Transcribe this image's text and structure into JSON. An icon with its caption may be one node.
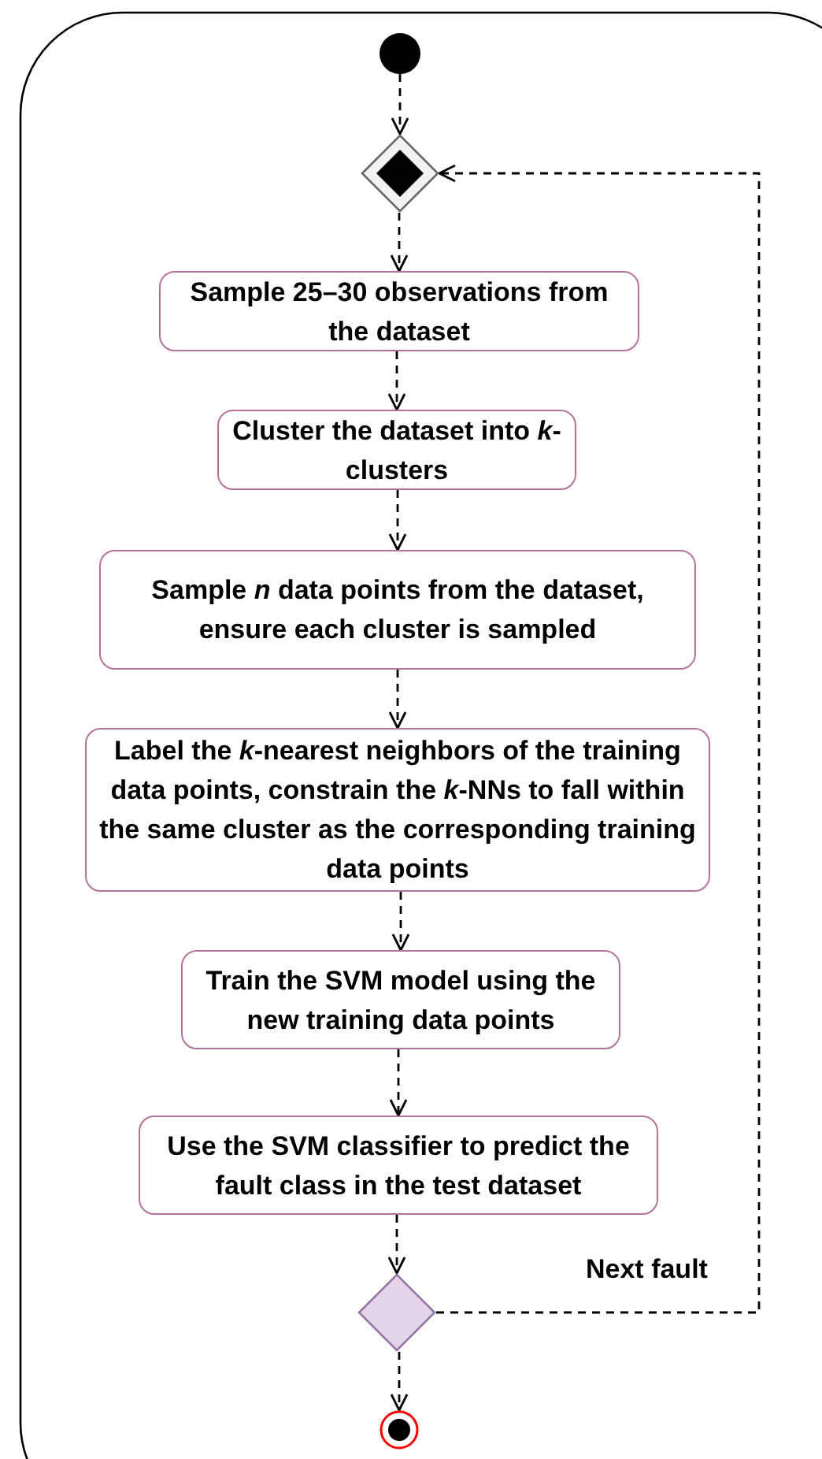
{
  "diagram": {
    "nodes": [
      {
        "text": [],
        "shape": "circle"
      },
      {
        "text": [],
        "shape": "diamond"
      },
      {
        "text": [
          "Sample 25–30 observations from the dataset"
        ]
      },
      {
        "text": [
          "Cluster the dataset into *k*-clusters"
        ]
      },
      {
        "text": [
          "Sample *n* data points from the dataset, ensure each cluster is sampled"
        ]
      },
      {
        "text": [
          "Label the *k*-nearest neighbors of the training data points, constrain the *k*-NNs to fall within the same cluster as the corresponding training data points"
        ]
      },
      {
        "text": [
          "Train the SVM model using the new training data points"
        ]
      },
      {
        "text": [
          "Use the SVM classifier to predict the fault class in the test dataset"
        ]
      },
      {
        "text": [],
        "shape": "diamond"
      },
      {
        "text": [],
        "shape": "circle"
      }
    ],
    "edges": [
      {
        "from": 0,
        "to": 1,
        "arrow": "to",
        "style": "dashed"
      },
      {
        "from": 1,
        "to": 2,
        "arrow": "to",
        "style": "dashed"
      },
      {
        "from": 2,
        "to": 3,
        "arrow": "to",
        "style": "dashed"
      },
      {
        "from": 3,
        "to": 4,
        "arrow": "to",
        "style": "dashed"
      },
      {
        "from": 4,
        "to": 5,
        "arrow": "to",
        "style": "dashed"
      },
      {
        "from": 5,
        "to": 6,
        "arrow": "to",
        "style": "dashed"
      },
      {
        "from": 6,
        "to": 7,
        "arrow": "to",
        "style": "dashed"
      },
      {
        "from": 7,
        "to": 8,
        "arrow": "to",
        "style": "dashed"
      },
      {
        "from": 8,
        "to": 9,
        "arrow": "to",
        "style": "dashed"
      },
      {
        "from": 8,
        "to": 1,
        "arrow": "to",
        "style": "dashed",
        "label": "Next fault"
      }
    ]
  }
}
